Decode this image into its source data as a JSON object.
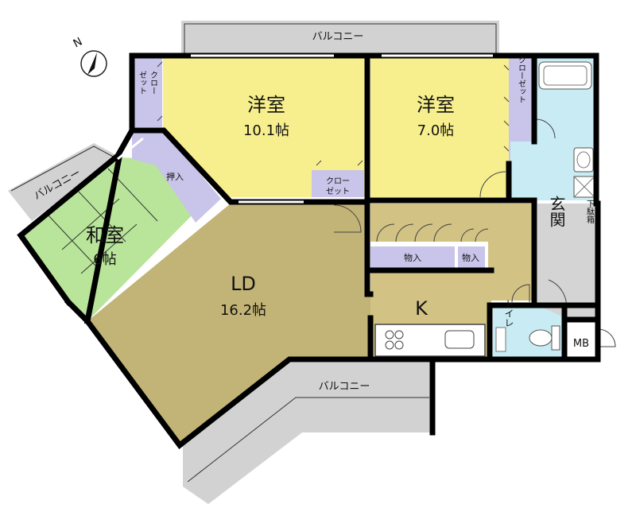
{
  "compass": {
    "north_label": "N"
  },
  "balconies": {
    "top": "バルコニー",
    "left": "バルコニー",
    "bottom": "バルコニー"
  },
  "rooms": {
    "western_room_1": {
      "name": "洋室",
      "size": "10.1帖"
    },
    "western_room_2": {
      "name": "洋室",
      "size": "7.0帖"
    },
    "japanese_room": {
      "name": "和室",
      "size": "6帖"
    },
    "living_dining": {
      "name": "LD",
      "size": "16.2帖"
    },
    "kitchen": {
      "name": "K"
    },
    "entrance": {
      "name": "玄関"
    },
    "toilet": {
      "name": "トイレ"
    },
    "meter_box": {
      "name": "MB"
    }
  },
  "storage": {
    "closet_left_line1": "クロー",
    "closet_left_line2": "ゼット",
    "closet_center_line1": "クロー",
    "closet_center_line2": "ゼット",
    "closet_right": "クローゼット",
    "oshiire": "押入",
    "monoire_1": "物入",
    "monoire_2": "物入",
    "shoe_box": "下駄箱"
  },
  "colors": {
    "western_room": "#F7EF8E",
    "japanese_room": "#B9E59A",
    "living_dining": "#C2B476",
    "kitchen": "#D2C384",
    "storage": "#C9C4E9",
    "wet_area": "#C9EBF3",
    "balcony": "#D2D2D2",
    "entrance": "#D4D4D4",
    "wall": "#000000"
  }
}
